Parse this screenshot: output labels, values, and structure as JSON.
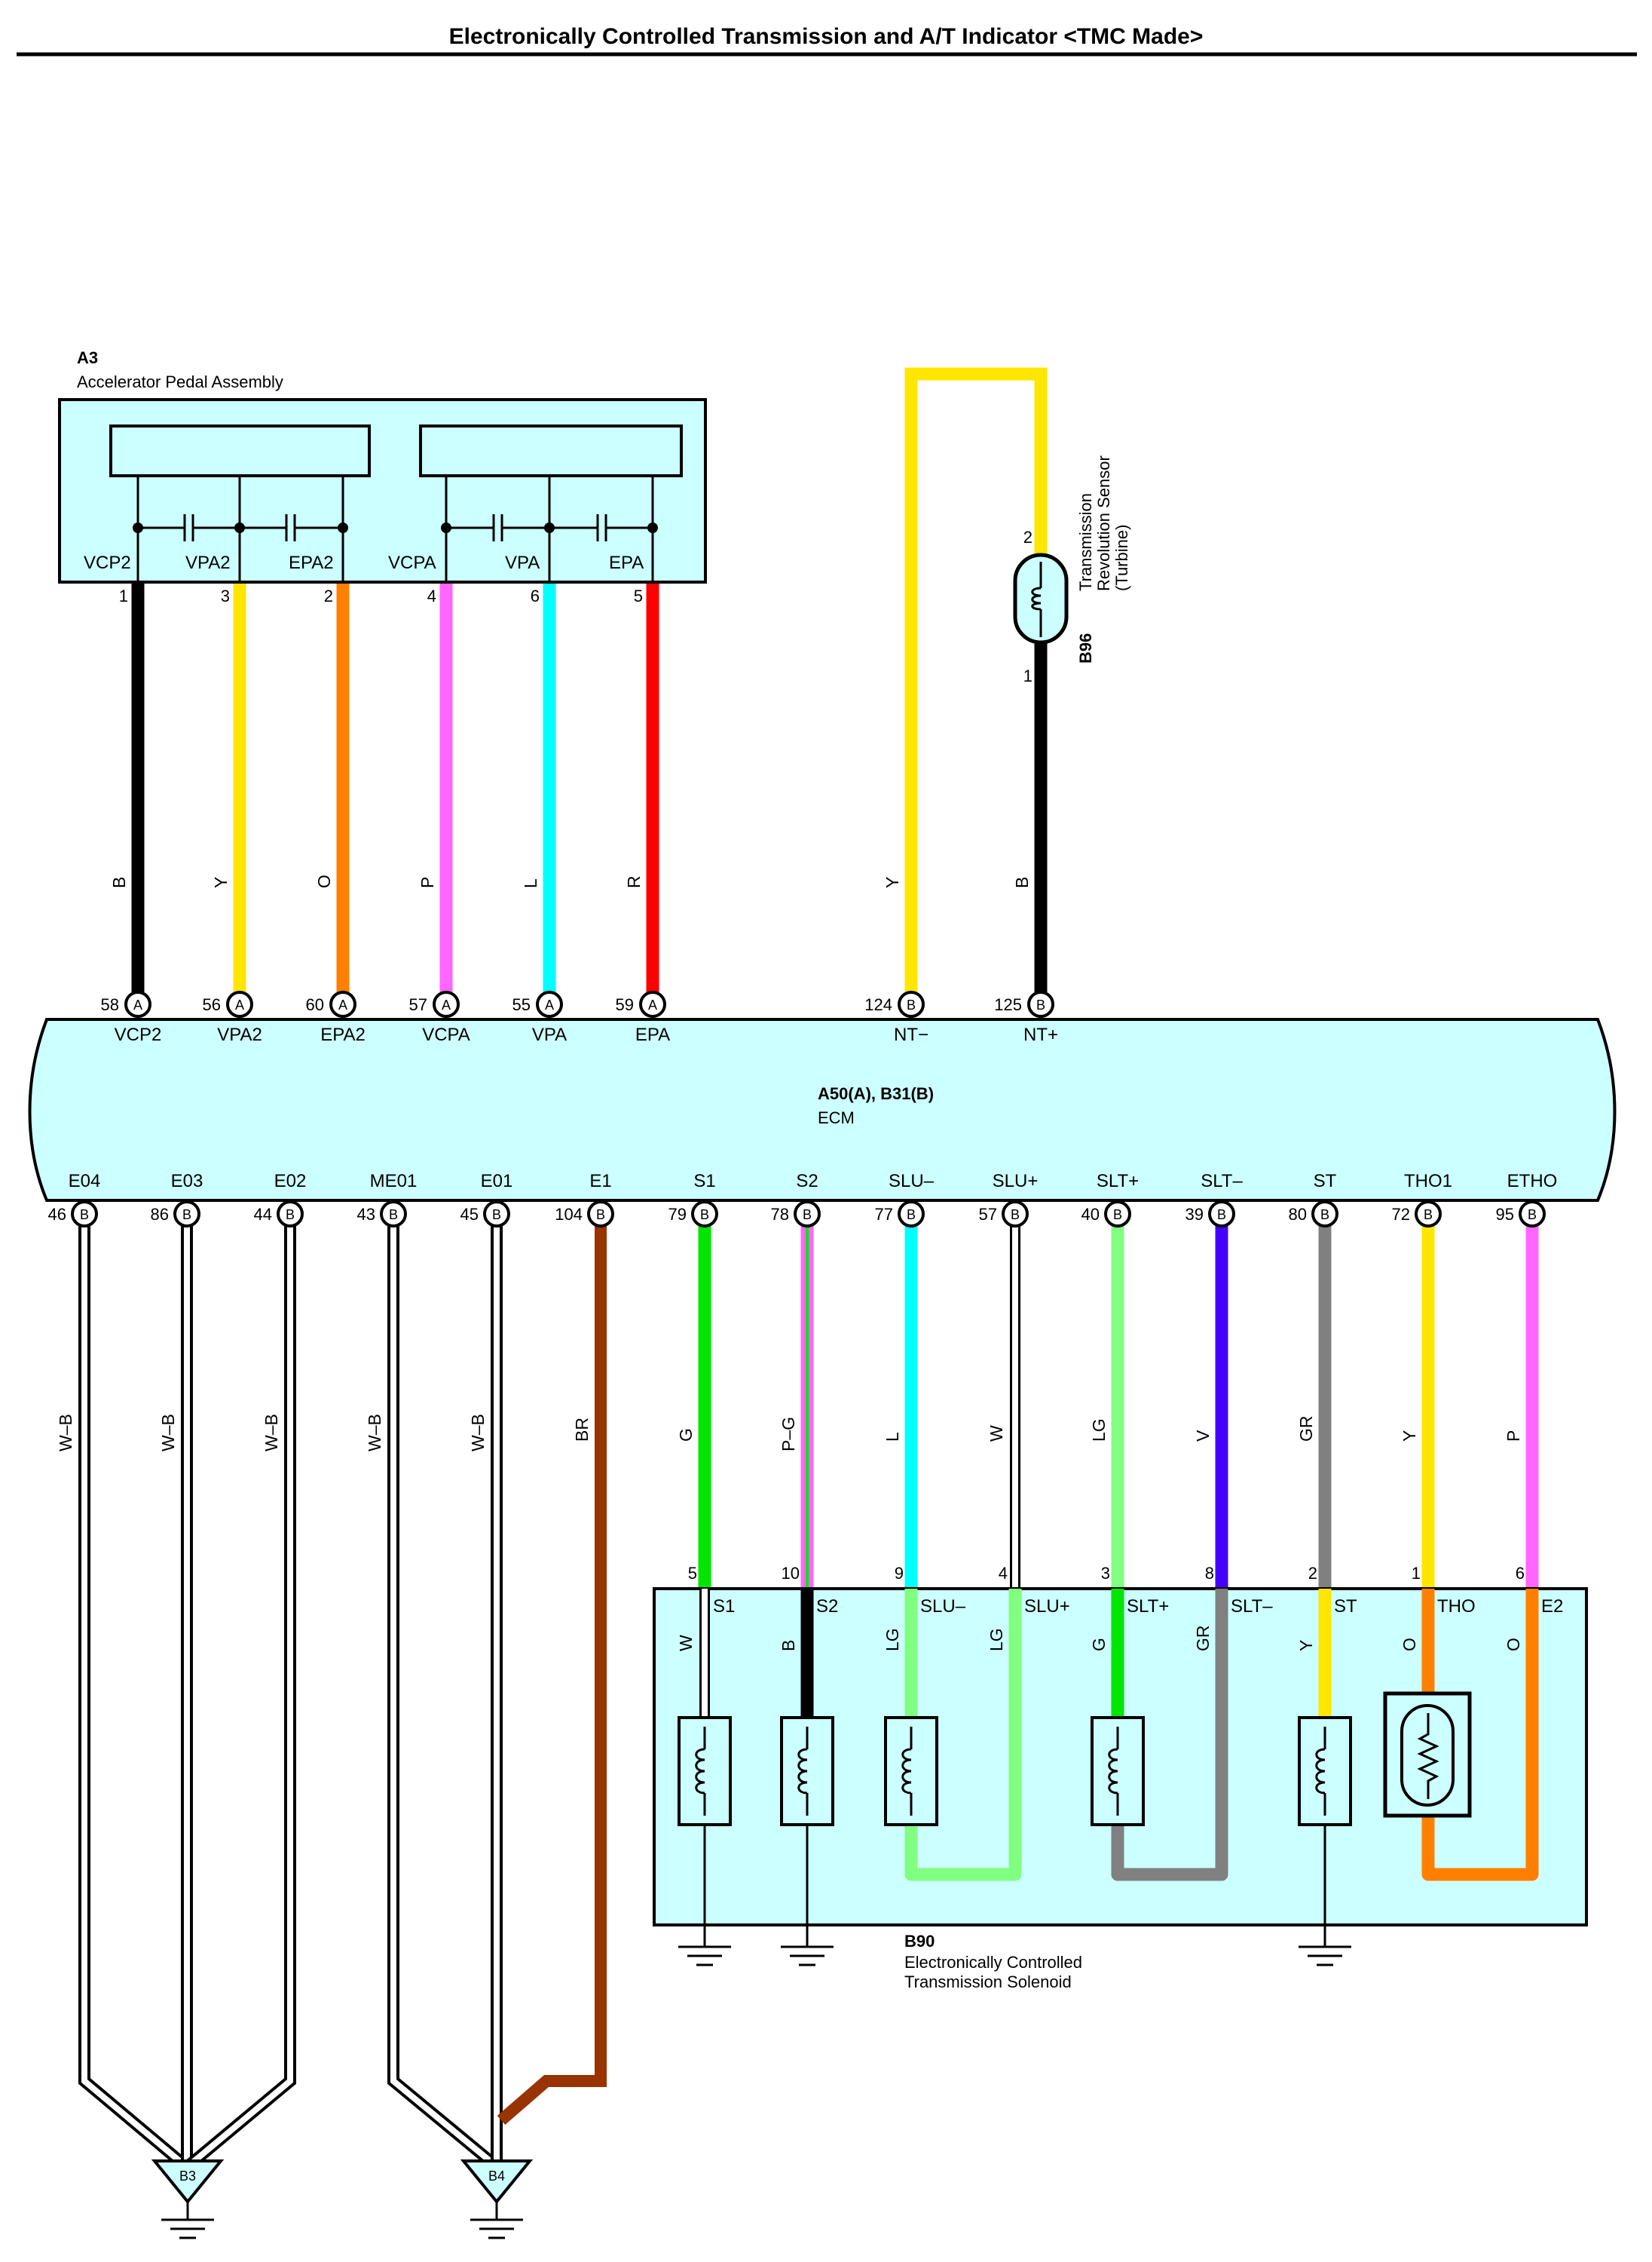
{
  "title": "Electronically Controlled Transmission and A/T Indicator <TMC Made>",
  "components": {
    "a3": {
      "id": "A3",
      "name": "Accelerator Pedal Assembly"
    },
    "b96": {
      "id": "B96",
      "name": [
        "Transmission",
        "Revolution Sensor",
        "(Turbine)"
      ]
    },
    "ecm": {
      "id": "A50(A), B31(B)",
      "name": "ECM"
    },
    "b90": {
      "id": "B90",
      "name": [
        "Electronically Controlled",
        "Transmission Solenoid"
      ]
    },
    "b3": {
      "id": "B3"
    },
    "b4": {
      "id": "B4"
    }
  },
  "a3_terminals": [
    {
      "label": "VCP2",
      "pin": "1"
    },
    {
      "label": "VPA2",
      "pin": "3"
    },
    {
      "label": "EPA2",
      "pin": "2"
    },
    {
      "label": "VCPA",
      "pin": "4"
    },
    {
      "label": "VPA",
      "pin": "6"
    },
    {
      "label": "EPA",
      "pin": "5"
    }
  ],
  "b96_pins": [
    "2",
    "1"
  ],
  "ecm_top": [
    {
      "pin": "58",
      "conn": "A",
      "label": "VCP2",
      "wire": "B",
      "color": "#000000"
    },
    {
      "pin": "56",
      "conn": "A",
      "label": "VPA2",
      "wire": "Y",
      "color": "#ffe600"
    },
    {
      "pin": "60",
      "conn": "A",
      "label": "EPA2",
      "wire": "O",
      "color": "#ff8000"
    },
    {
      "pin": "57",
      "conn": "A",
      "label": "VCPA",
      "wire": "P",
      "color": "#ff66ff"
    },
    {
      "pin": "55",
      "conn": "A",
      "label": "VPA",
      "wire": "L",
      "color": "#00ffff"
    },
    {
      "pin": "59",
      "conn": "A",
      "label": "EPA",
      "wire": "R",
      "color": "#ff0000"
    },
    {
      "pin": "124",
      "conn": "B",
      "label": "NT−",
      "wire": "Y",
      "color": "#ffe600"
    },
    {
      "pin": "125",
      "conn": "B",
      "label": "NT+",
      "wire": "B",
      "color": "#000000"
    }
  ],
  "ecm_bottom": [
    {
      "pin": "46",
      "conn": "B",
      "label": "E04",
      "wire": "W–B",
      "color": "#ffffff"
    },
    {
      "pin": "86",
      "conn": "B",
      "label": "E03",
      "wire": "W–B",
      "color": "#ffffff"
    },
    {
      "pin": "44",
      "conn": "B",
      "label": "E02",
      "wire": "W–B",
      "color": "#ffffff"
    },
    {
      "pin": "43",
      "conn": "B",
      "label": "ME01",
      "wire": "W–B",
      "color": "#ffffff"
    },
    {
      "pin": "45",
      "conn": "B",
      "label": "E01",
      "wire": "W–B",
      "color": "#ffffff"
    },
    {
      "pin": "104",
      "conn": "B",
      "label": "E1",
      "wire": "BR",
      "color": "#993300"
    },
    {
      "pin": "79",
      "conn": "B",
      "label": "S1",
      "wire": "G",
      "color": "#00e600"
    },
    {
      "pin": "78",
      "conn": "B",
      "label": "S2",
      "wire": "P–G",
      "color": "#ff66ff"
    },
    {
      "pin": "77",
      "conn": "B",
      "label": "SLU–",
      "wire": "L",
      "color": "#00ffff"
    },
    {
      "pin": "57",
      "conn": "B",
      "label": "SLU+",
      "wire": "W",
      "color": "#ffffff"
    },
    {
      "pin": "40",
      "conn": "B",
      "label": "SLT+",
      "wire": "LG",
      "color": "#80ff80"
    },
    {
      "pin": "39",
      "conn": "B",
      "label": "SLT–",
      "wire": "V",
      "color": "#4400ff"
    },
    {
      "pin": "80",
      "conn": "B",
      "label": "ST",
      "wire": "GR",
      "color": "#808080"
    },
    {
      "pin": "72",
      "conn": "B",
      "label": "THO1",
      "wire": "Y",
      "color": "#ffe600"
    },
    {
      "pin": "95",
      "conn": "B",
      "label": "ETHO",
      "wire": "P",
      "color": "#ff66ff"
    }
  ],
  "b90_terminals": [
    {
      "pin": "5",
      "label": "S1",
      "inner_wire": "W",
      "inner_color": "#ffffff"
    },
    {
      "pin": "10",
      "label": "S2",
      "inner_wire": "B",
      "inner_color": "#000000"
    },
    {
      "pin": "9",
      "label": "SLU–",
      "inner_wire": "LG",
      "inner_color": "#80ff80"
    },
    {
      "pin": "4",
      "label": "SLU+",
      "inner_wire": "LG",
      "inner_color": "#80ff80"
    },
    {
      "pin": "3",
      "label": "SLT+",
      "inner_wire": "G",
      "inner_color": "#00e600"
    },
    {
      "pin": "8",
      "label": "SLT–",
      "inner_wire": "GR",
      "inner_color": "#808080"
    },
    {
      "pin": "2",
      "label": "ST",
      "inner_wire": "Y",
      "inner_color": "#ffe600"
    },
    {
      "pin": "1",
      "label": "THO",
      "inner_wire": "O",
      "inner_color": "#ff8000"
    },
    {
      "pin": "6",
      "label": "E2",
      "inner_wire": "O",
      "inner_color": "#ff8000"
    }
  ]
}
